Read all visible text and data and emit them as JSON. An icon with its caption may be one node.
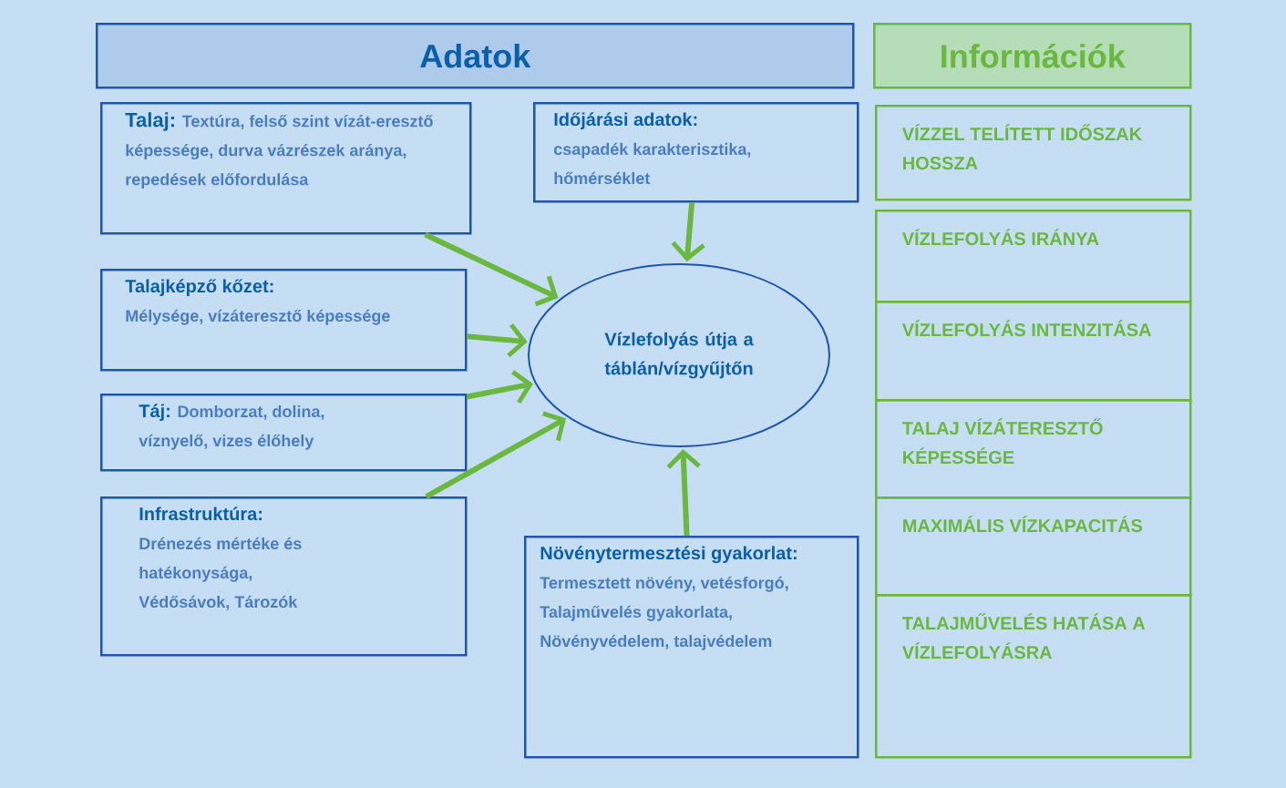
{
  "diagram": {
    "nodes": [
      {
        "text": [
          "Adatok"
        ]
      },
      {
        "text": [
          "Információk"
        ]
      },
      {
        "text": [
          "Talaj:",
          "Textúra, felső szint vízát-eresztő képessége, durva vázrészek aránya, repedések előfordulása"
        ]
      },
      {
        "text": [
          "Időjárási adatok:",
          "csapadék karakterisztika, hőmérséklet"
        ]
      },
      {
        "text": [
          "Talajképző kőzet:",
          "Mélysége, vízáteresztő képessége"
        ]
      },
      {
        "text": [
          "Táj:",
          "Domborzat, dolina, víznyelő, vizes élőhely"
        ]
      },
      {
        "text": [
          "Infrastruktúra:",
          "Drénezés mértéke és hatékonysága, Védősávok, Tározók"
        ]
      },
      {
        "text": [
          "Növénytermesztési gyakorlat:",
          "Termesztett növény, vetésforgó, Talajművelés gyakorlata, Növényvédelem, talajvédelem"
        ]
      },
      {
        "text": [
          "Vízlefolyás útja a táblán/vízgyűjtőn"
        ]
      },
      {
        "text": [
          "VÍZZEL TELÍTETT IDŐSZAK HOSSZA"
        ]
      },
      {
        "text": [
          "VÍZLEFOLYÁS IRÁNYA"
        ]
      },
      {
        "text": [
          "VÍZLEFOLYÁS INTENZITÁSA"
        ]
      },
      {
        "text": [
          "TALAJ VÍZÁTERESZTŐ KÉPESSÉGE"
        ]
      },
      {
        "text": [
          "MAXIMÁLIS VÍZKAPACITÁS"
        ]
      },
      {
        "text": [
          "TALAJMŰVELÉS HATÁSA A VÍZLEFOLYÁSRA"
        ]
      }
    ],
    "edges": [
      {
        "from": 2,
        "to": 8,
        "arrow": "to"
      },
      {
        "from": 3,
        "to": 8,
        "arrow": "to"
      },
      {
        "from": 4,
        "to": 8,
        "arrow": "to"
      },
      {
        "from": 5,
        "to": 8,
        "arrow": "to"
      },
      {
        "from": 6,
        "to": 8,
        "arrow": "to"
      },
      {
        "from": 7,
        "to": 8,
        "arrow": "to"
      }
    ]
  }
}
